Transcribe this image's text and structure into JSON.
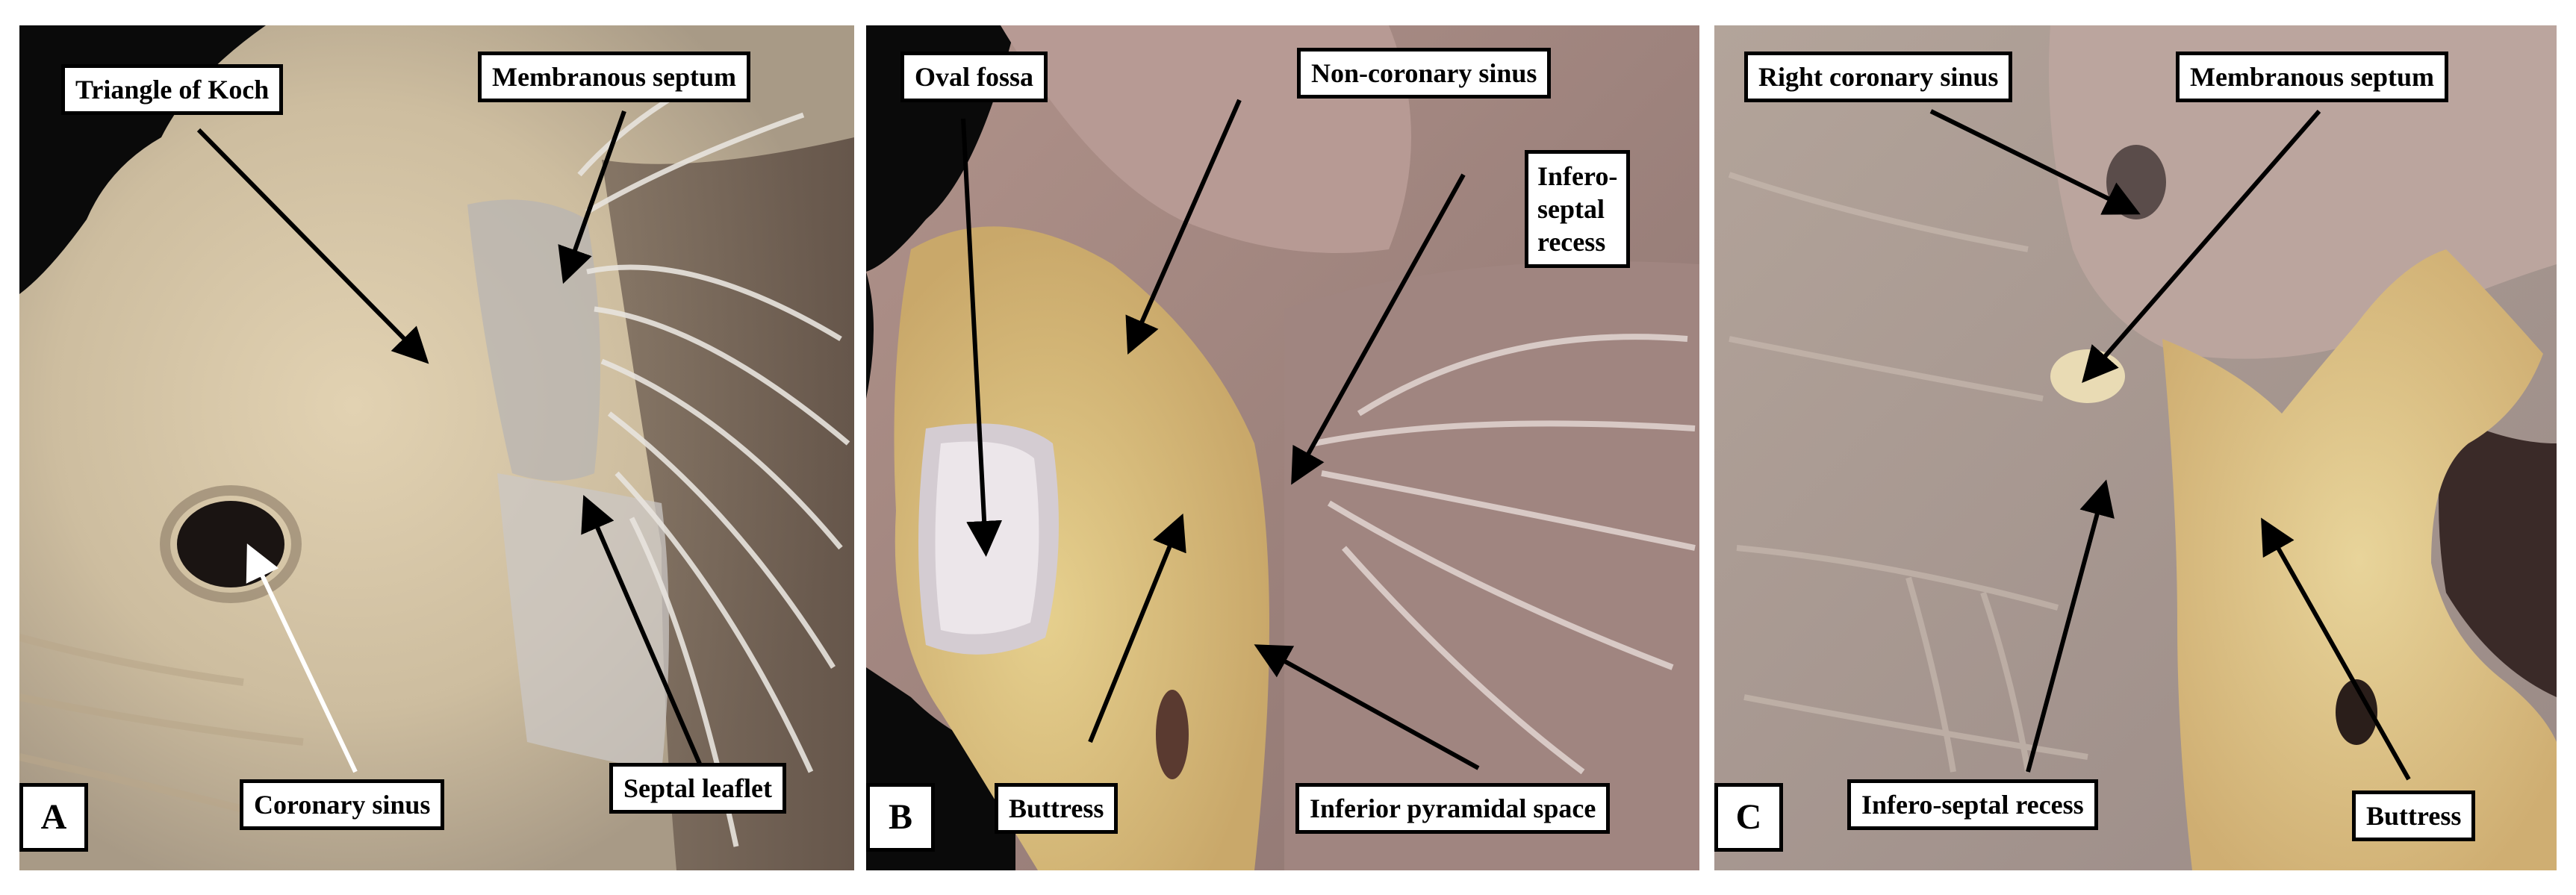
{
  "panels": [
    {
      "letter": "A",
      "labels": {
        "triangle_of_koch": "Triangle of Koch",
        "membranous_septum": "Membranous septum",
        "coronary_sinus": "Coronary sinus",
        "septal_leaflet": "Septal leaflet"
      }
    },
    {
      "letter": "B",
      "labels": {
        "oval_fossa": "Oval fossa",
        "non_coronary_sinus": "Non-coronary sinus",
        "infero_septal_recess": "Infero-\nseptal\nrecess",
        "buttress": "Buttress",
        "inferior_pyramidal_space": "Inferior pyramidal space"
      }
    },
    {
      "letter": "C",
      "labels": {
        "right_coronary_sinus": "Right coronary sinus",
        "membranous_septum": "Membranous septum",
        "infero_septal_recess": "Infero-septal recess",
        "buttress": "Buttress"
      }
    }
  ],
  "colors": {
    "arrow_black": "#000000",
    "arrow_white": "#ffffff",
    "label_background": "#ffffff",
    "label_border": "#000000"
  }
}
